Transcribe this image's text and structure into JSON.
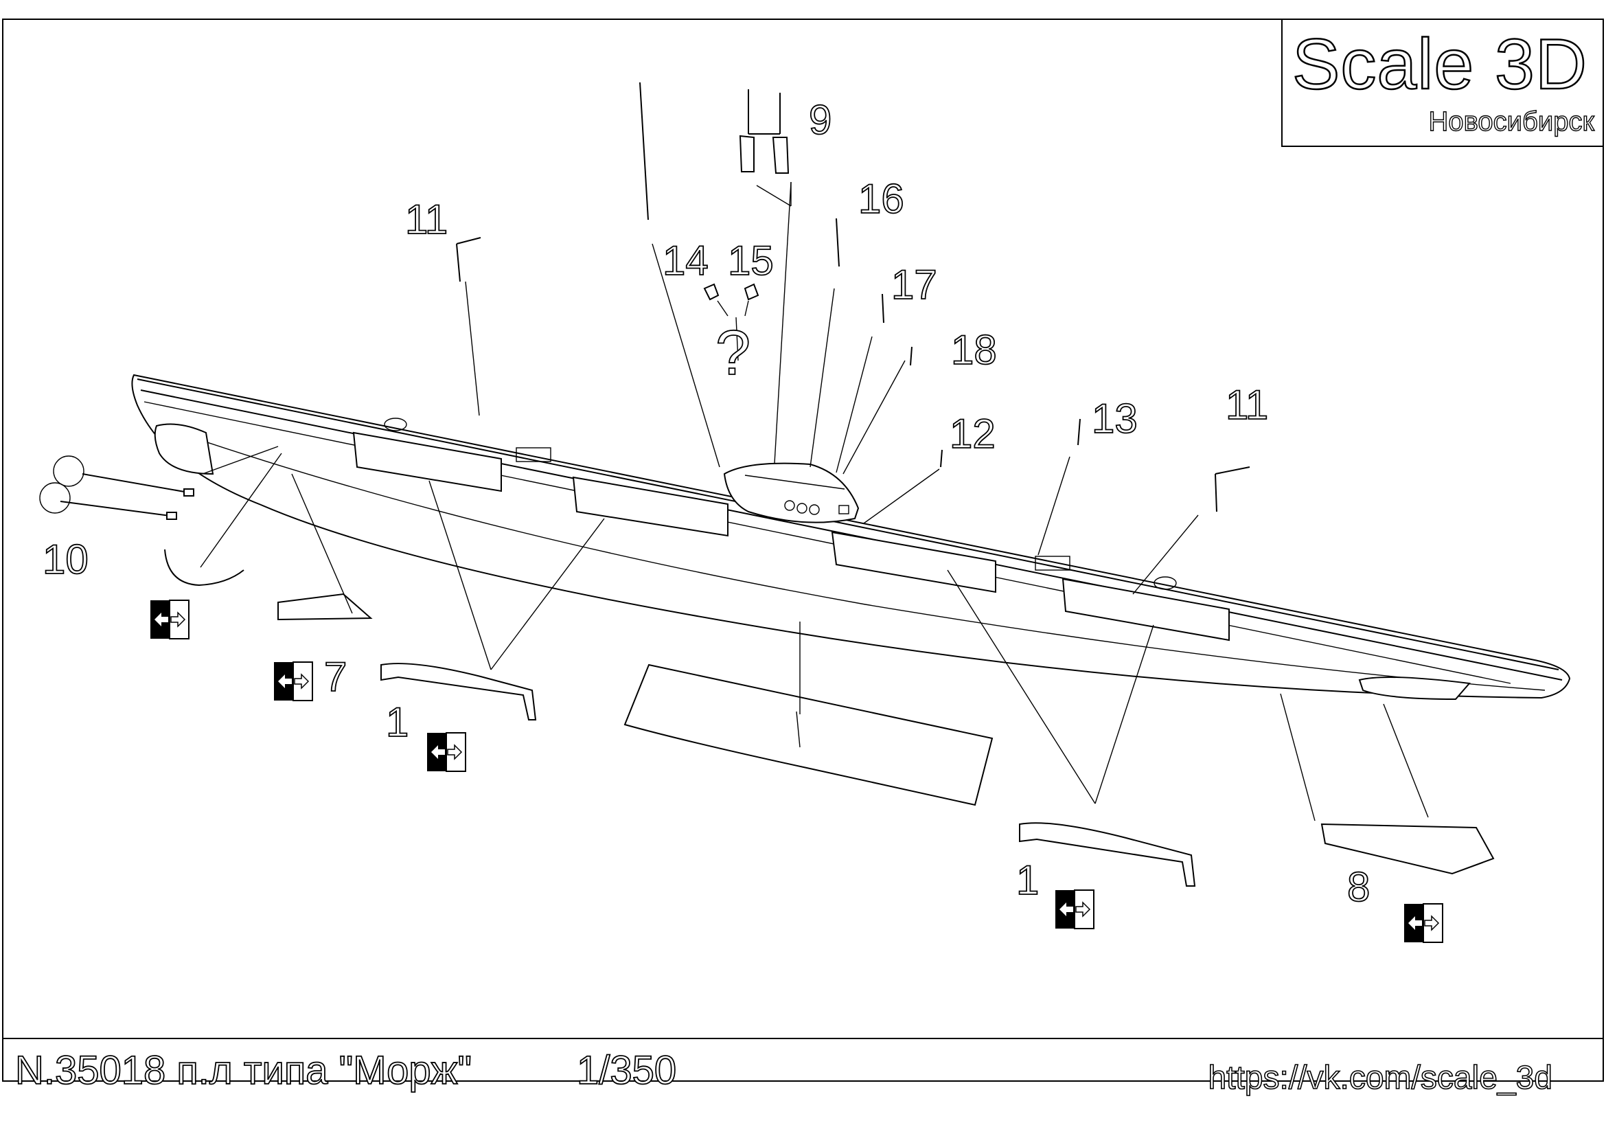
{
  "header": {
    "brand": "Scale 3D",
    "city": "Новосибирск"
  },
  "footer": {
    "title": "N.35018 п.л типа \"Морж\"",
    "scale": "1/350",
    "url": "https://vk.com/scale_3d"
  },
  "callouts": [
    "1",
    "1",
    "7",
    "8",
    "9",
    "10",
    "11",
    "11",
    "12",
    "13",
    "14",
    "15",
    "16",
    "17",
    "18"
  ],
  "question_mark": "?",
  "icons": {
    "flip": "flip-mirror-icon"
  }
}
